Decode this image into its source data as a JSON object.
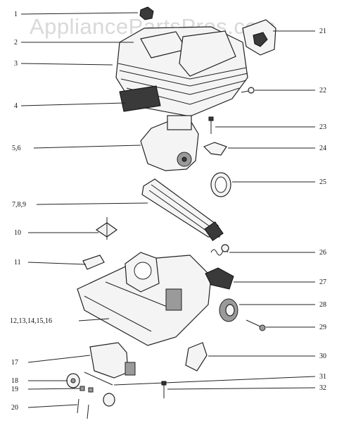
{
  "watermark": "AppliancePartsPros.com",
  "callouts": {
    "c1": "1",
    "c2": "2",
    "c3": "3",
    "c4": "4",
    "c5_6": "5,6",
    "c7_8_9": "7,8,9",
    "c10": "10",
    "c11": "11",
    "c12_16": "12,13,14,15,16",
    "c17": "17",
    "c18": "18",
    "c19": "19",
    "c20": "20",
    "c21": "21",
    "c22": "22",
    "c23": "23",
    "c24": "24",
    "c25": "25",
    "c26": "26",
    "c27": "27",
    "c28": "28",
    "c29": "29",
    "c30": "30",
    "c31": "31",
    "c32": "32"
  }
}
